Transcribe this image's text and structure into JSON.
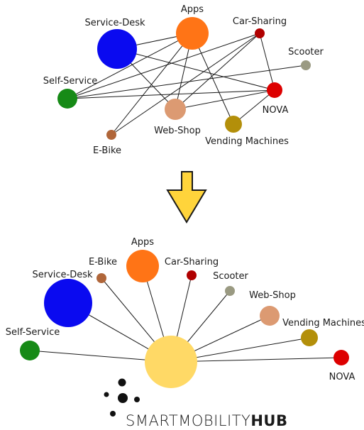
{
  "colors": {
    "service_desk": "#0a0af0",
    "apps": "#ff7416",
    "car_sharing": "#b00000",
    "scooter": "#9a9a82",
    "self_service": "#168a16",
    "nova": "#dd0000",
    "web_shop": "#dc9a72",
    "e_bike": "#b0663a",
    "vending": "#b38f0a",
    "hub": "#ffd966",
    "arrow_fill": "#ffd43b",
    "arrow_stroke": "#1a1a1a",
    "line": "#1a1a1a"
  },
  "network": {
    "nodes": [
      {
        "id": "service_desk",
        "label": "Service-Desk",
        "color_key": "service_desk"
      },
      {
        "id": "apps",
        "label": "Apps",
        "color_key": "apps"
      },
      {
        "id": "car_sharing",
        "label": "Car-Sharing",
        "color_key": "car_sharing"
      },
      {
        "id": "scooter",
        "label": "Scooter",
        "color_key": "scooter"
      },
      {
        "id": "self_service",
        "label": "Self-Service",
        "color_key": "self_service"
      },
      {
        "id": "nova",
        "label": "NOVA",
        "color_key": "nova"
      },
      {
        "id": "web_shop",
        "label": "Web-Shop",
        "color_key": "web_shop"
      },
      {
        "id": "e_bike",
        "label": "E-Bike",
        "color_key": "e_bike"
      },
      {
        "id": "vending",
        "label": "Vending Machines",
        "color_key": "vending"
      }
    ],
    "edges": [
      [
        "service_desk",
        "apps"
      ],
      [
        "service_desk",
        "web_shop"
      ],
      [
        "service_desk",
        "nova"
      ],
      [
        "apps",
        "web_shop"
      ],
      [
        "apps",
        "vending"
      ],
      [
        "apps",
        "e_bike"
      ],
      [
        "apps",
        "self_service"
      ],
      [
        "car_sharing",
        "self_service"
      ],
      [
        "car_sharing",
        "nova"
      ],
      [
        "car_sharing",
        "e_bike"
      ],
      [
        "car_sharing",
        "web_shop"
      ],
      [
        "self_service",
        "nova"
      ],
      [
        "self_service",
        "scooter"
      ],
      [
        "web_shop",
        "nova"
      ],
      [
        "nova",
        "vending"
      ]
    ]
  },
  "hub": {
    "spokes": [
      {
        "id": "self_service",
        "label": "Self-Service",
        "color_key": "self_service"
      },
      {
        "id": "service_desk",
        "label": "Service-Desk",
        "color_key": "service_desk"
      },
      {
        "id": "e_bike",
        "label": "E-Bike",
        "color_key": "e_bike"
      },
      {
        "id": "apps",
        "label": "Apps",
        "color_key": "apps"
      },
      {
        "id": "car_sharing",
        "label": "Car-Sharing",
        "color_key": "car_sharing"
      },
      {
        "id": "scooter",
        "label": "Scooter",
        "color_key": "scooter"
      },
      {
        "id": "web_shop",
        "label": "Web-Shop",
        "color_key": "web_shop"
      },
      {
        "id": "vending",
        "label": "Vending Machines",
        "color_key": "vending"
      },
      {
        "id": "nova",
        "label": "NOVA",
        "color_key": "nova"
      }
    ]
  },
  "brand": {
    "part1": "SMART",
    "part2": "MOBILITY",
    "part3": "HUB"
  }
}
